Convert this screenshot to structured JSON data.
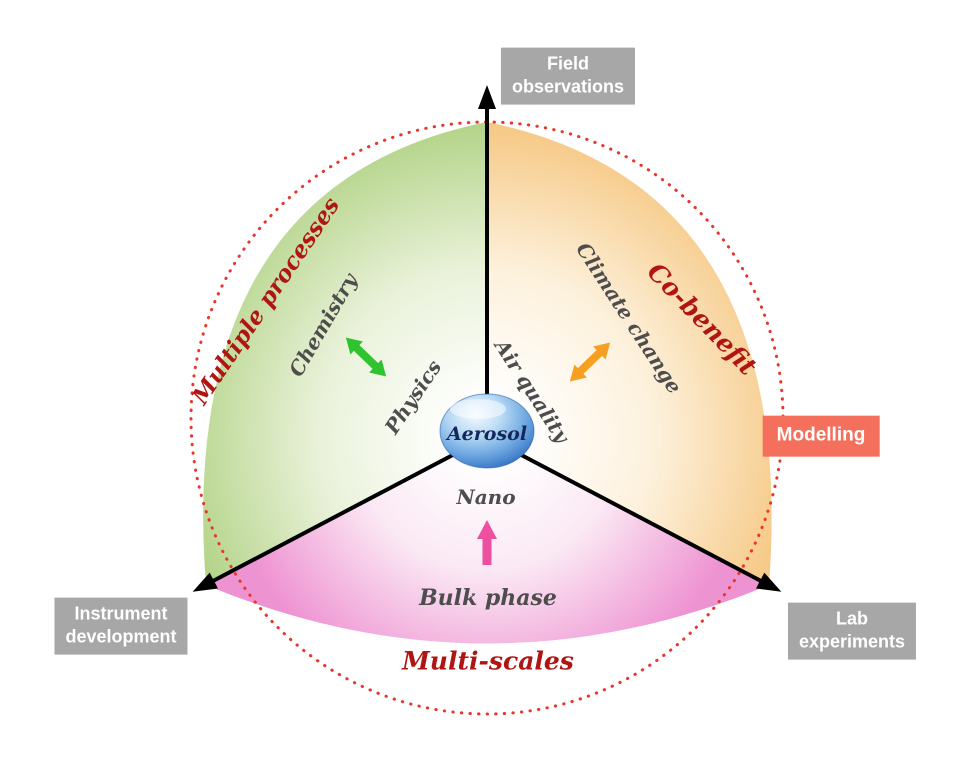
{
  "colors": {
    "petal_green": "#abcf7c",
    "petal_orange": "#f5c277",
    "petal_pink": "#ee93d2",
    "ring_red": "#e8362a",
    "label_box_gray": "#a7a7a7",
    "modelling_box": "#f4705c",
    "ring_text_red": "#b01513",
    "inner_text_gray": "#4d4d4d",
    "arrow_green": "#2fc32f",
    "arrow_orange": "#f6a021",
    "arrow_pink": "#ef4fa0",
    "aerosol_text": "#16275c"
  },
  "center": {
    "label": "Aerosol"
  },
  "outer_boxes": {
    "field_observations": {
      "line1": "Field",
      "line2": "observations"
    },
    "instrument_development": {
      "line1": "Instrument",
      "line2": "development"
    },
    "lab_experiments": {
      "line1": "Lab",
      "line2": "experiments"
    },
    "modelling": {
      "label": "Modelling"
    }
  },
  "ring_labels": {
    "multiple_processes": "Multiple processes",
    "co_benefit": "Co-benefit",
    "multi_scales": "Multi-scales"
  },
  "inner_labels": {
    "chemistry": "Chemistry",
    "physics": "Physics",
    "air_quality": "Air quality",
    "climate_change": "Climate change",
    "nano": "Nano",
    "bulk_phase": "Bulk phase"
  }
}
